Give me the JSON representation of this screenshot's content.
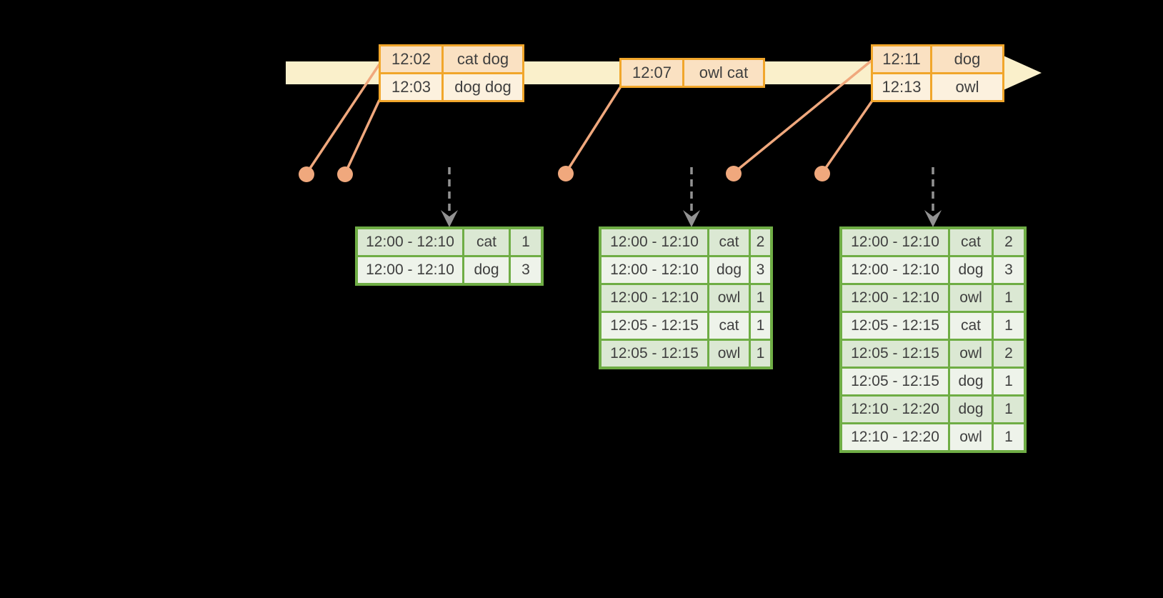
{
  "colors": {
    "background": "#000000",
    "timeline_band": "#FAF0CB",
    "event_table_border": "#F1A62B",
    "event_row_dark": "#FAE1C2",
    "event_row_light": "#FCF1DE",
    "event_line_dot": "#F0A87D",
    "trigger_arrow_gray": "#929292",
    "result_table_border": "#6FAD45",
    "result_row_dark": "#DBE8D3",
    "result_row_light": "#EEF3EA",
    "text": "#3F3F3F"
  },
  "event_tables": [
    {
      "rows": [
        {
          "time": "12:02",
          "words": "cat dog"
        },
        {
          "time": "12:03",
          "words": "dog dog"
        }
      ]
    },
    {
      "rows": [
        {
          "time": "12:07",
          "words": "owl cat"
        }
      ]
    },
    {
      "rows": [
        {
          "time": "12:11",
          "words": "dog"
        },
        {
          "time": "12:13",
          "words": "owl"
        }
      ]
    }
  ],
  "result_tables": [
    {
      "rows": [
        {
          "window": "12:00 - 12:10",
          "word": "cat",
          "count": "1"
        },
        {
          "window": "12:00 - 12:10",
          "word": "dog",
          "count": "3"
        }
      ]
    },
    {
      "rows": [
        {
          "window": "12:00 - 12:10",
          "word": "cat",
          "count": "2"
        },
        {
          "window": "12:00 - 12:10",
          "word": "dog",
          "count": "3"
        },
        {
          "window": "12:00 - 12:10",
          "word": "owl",
          "count": "1"
        },
        {
          "window": "12:05 - 12:15",
          "word": "cat",
          "count": "1"
        },
        {
          "window": "12:05 - 12:15",
          "word": "owl",
          "count": "1"
        }
      ]
    },
    {
      "rows": [
        {
          "window": "12:00 - 12:10",
          "word": "cat",
          "count": "2"
        },
        {
          "window": "12:00 - 12:10",
          "word": "dog",
          "count": "3"
        },
        {
          "window": "12:00 - 12:10",
          "word": "owl",
          "count": "1"
        },
        {
          "window": "12:05 - 12:15",
          "word": "cat",
          "count": "1"
        },
        {
          "window": "12:05 - 12:15",
          "word": "owl",
          "count": "2"
        },
        {
          "window": "12:05 - 12:15",
          "word": "dog",
          "count": "1"
        },
        {
          "window": "12:10 - 12:20",
          "word": "dog",
          "count": "1"
        },
        {
          "window": "12:10 - 12:20",
          "word": "owl",
          "count": "1"
        }
      ]
    }
  ]
}
